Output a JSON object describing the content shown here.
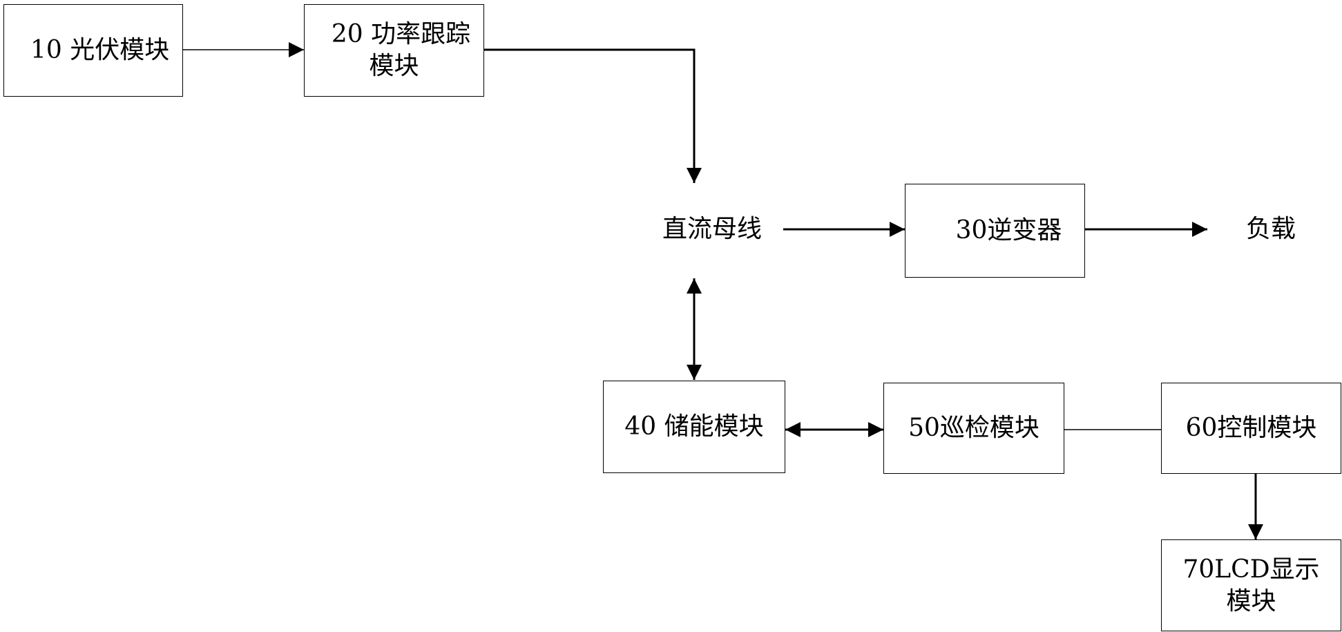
{
  "title": "光伏储能系统模块框图",
  "nodes": {
    "pv": {
      "label": "10 光伏模块"
    },
    "mppt": {
      "line1": "20 功率跟踪",
      "line2": "模块"
    },
    "dc_bus": {
      "label": "直流母线"
    },
    "inverter": {
      "label": "30逆变器"
    },
    "load": {
      "label": "负载"
    },
    "storage": {
      "label": "40 储能模块"
    },
    "inspection": {
      "label": "50巡检模块"
    },
    "control": {
      "label": "60控制模块"
    },
    "lcd": {
      "line1": "70LCD显示",
      "line2": "模块"
    }
  },
  "edges": [
    {
      "from": "10 光伏模块",
      "to": "20 功率跟踪模块",
      "type": "arrow"
    },
    {
      "from": "20 功率跟踪模块",
      "to": "直流母线",
      "type": "arrow"
    },
    {
      "from": "直流母线",
      "to": "30逆变器",
      "type": "arrow"
    },
    {
      "from": "30逆变器",
      "to": "负载",
      "type": "arrow"
    },
    {
      "from": "直流母线",
      "to": "40 储能模块",
      "type": "bidirectional"
    },
    {
      "from": "40 储能模块",
      "to": "50巡检模块",
      "type": "bidirectional"
    },
    {
      "from": "50巡检模块",
      "to": "60控制模块",
      "type": "line"
    },
    {
      "from": "60控制模块",
      "to": "70LCD显示模块",
      "type": "arrow"
    }
  ]
}
